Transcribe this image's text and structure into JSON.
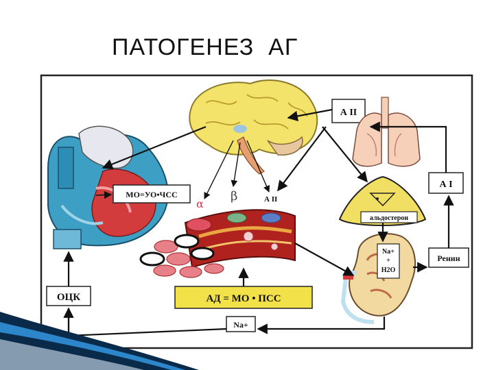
{
  "slide": {
    "title": "ПАТОГЕНЕЗ  АГ"
  },
  "diagram": {
    "formula_mo": "МО=УО•ЧСС",
    "formula_ad": "АД = МО • ПСС",
    "label_a2_box": "А II",
    "label_a1_box": "А I",
    "label_renin": "Ренин",
    "label_ock": "ОЦК",
    "label_na_bottom": "Na+",
    "label_aldosteron": "альдостерон",
    "label_na_top": "Na+",
    "label_plus": "+",
    "label_h2o": "H2O",
    "greek_alpha": "α",
    "greek_beta": "β",
    "label_a2_receptor": "А II"
  },
  "colors": {
    "panel_border": "#222222",
    "brain": "#f4e36a",
    "heart_blue": "#3d9fc4",
    "heart_red": "#d23c3c",
    "vessel": "#b0221e",
    "formula_box": "#f3e14a",
    "adrenal": "#f0df63",
    "lungs": "#f6d0b8",
    "kidney": "#f2d9a0",
    "arrow": "#111111",
    "alpha": "#d8324a",
    "beta": "#444444",
    "a2_receptor": "#2f6ac2",
    "wave_dark": "#0a2a4a",
    "wave_light": "#2d86c9"
  }
}
